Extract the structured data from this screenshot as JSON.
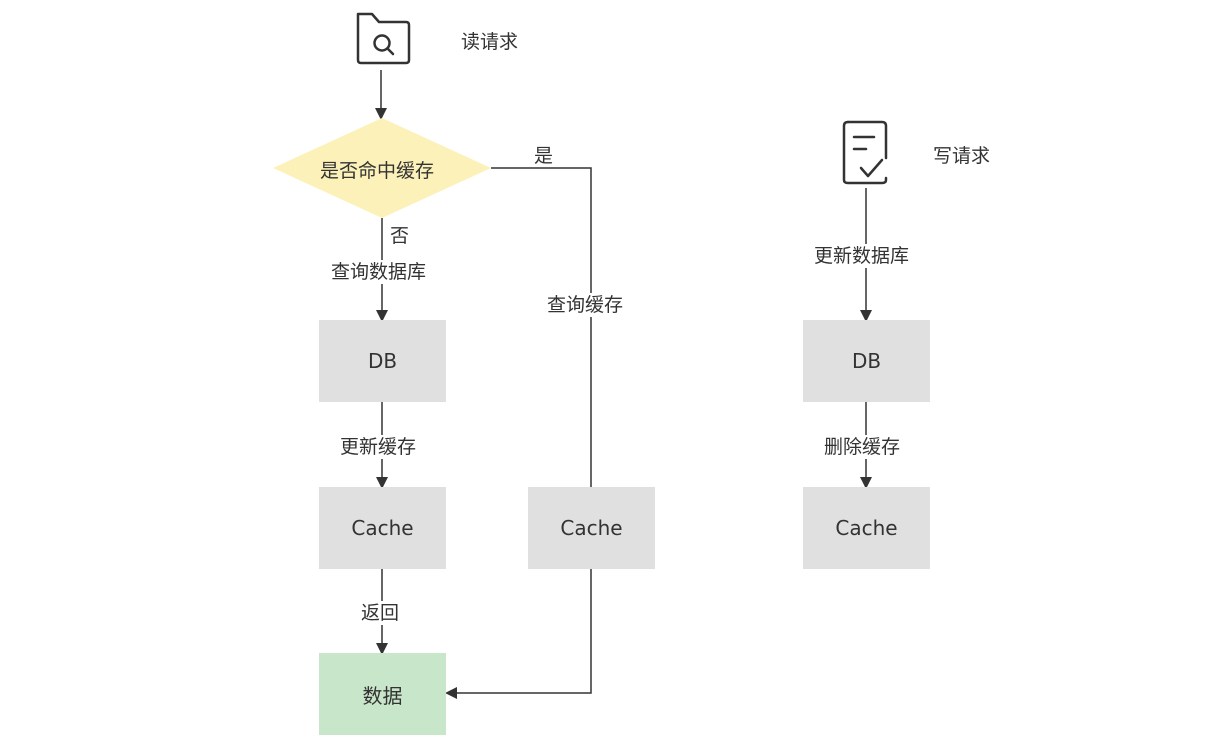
{
  "read": {
    "title": "读请求",
    "icon": "folder-search-icon",
    "decision": "是否命中缓存",
    "yes_label": "是",
    "no_label": "否",
    "query_db_label": "查询数据库",
    "db_label": "DB",
    "update_cache_label": "更新缓存",
    "cache_label": "Cache",
    "return_label": "返回",
    "data_label": "数据",
    "query_cache_label": "查询缓存",
    "hit_cache_label": "Cache"
  },
  "write": {
    "title": "写请求",
    "icon": "document-check-icon",
    "update_db_label": "更新数据库",
    "db_label": "DB",
    "delete_cache_label": "删除缓存",
    "cache_label": "Cache"
  },
  "colors": {
    "decision_fill": "#fcf2b9",
    "node_fill": "#e0e0e0",
    "data_fill": "#c8e6c9",
    "line": "#333333"
  }
}
